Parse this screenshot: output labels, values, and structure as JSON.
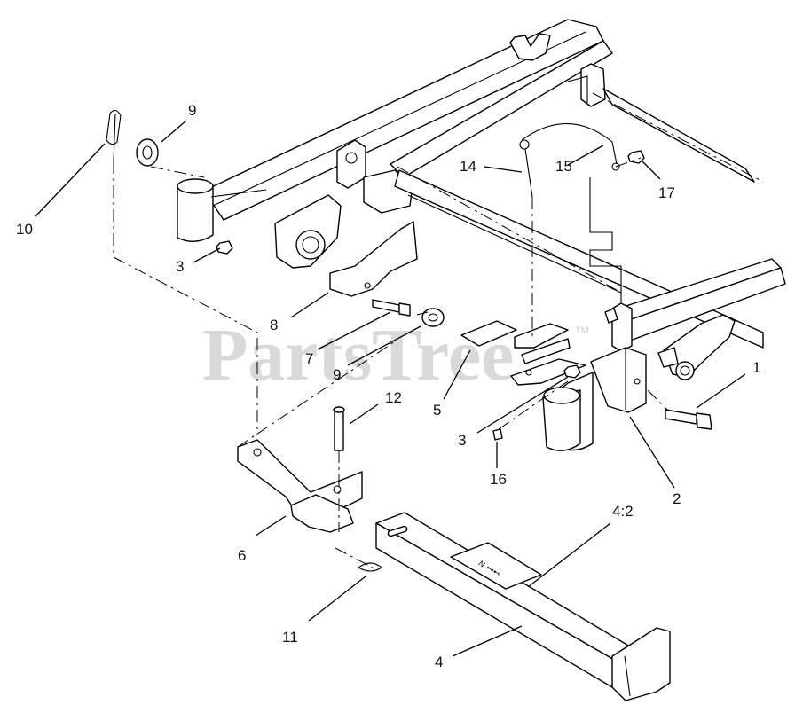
{
  "watermark": {
    "text": "PartsTree",
    "trademark": "TM"
  },
  "decal_text": "N ⊶⊷",
  "callouts": [
    {
      "id": "c1",
      "label": "1"
    },
    {
      "id": "c2",
      "label": "2"
    },
    {
      "id": "c3a",
      "label": "3"
    },
    {
      "id": "c3b",
      "label": "3"
    },
    {
      "id": "c4",
      "label": "4"
    },
    {
      "id": "c4_2",
      "label": "4:2"
    },
    {
      "id": "c5",
      "label": "5"
    },
    {
      "id": "c6",
      "label": "6"
    },
    {
      "id": "c7",
      "label": "7"
    },
    {
      "id": "c8",
      "label": "8"
    },
    {
      "id": "c9a",
      "label": "9"
    },
    {
      "id": "c9b",
      "label": "9"
    },
    {
      "id": "c10",
      "label": "10"
    },
    {
      "id": "c11",
      "label": "11"
    },
    {
      "id": "c12",
      "label": "12"
    },
    {
      "id": "c14",
      "label": "14"
    },
    {
      "id": "c15",
      "label": "15"
    },
    {
      "id": "c16",
      "label": "16"
    },
    {
      "id": "c17",
      "label": "17"
    }
  ]
}
